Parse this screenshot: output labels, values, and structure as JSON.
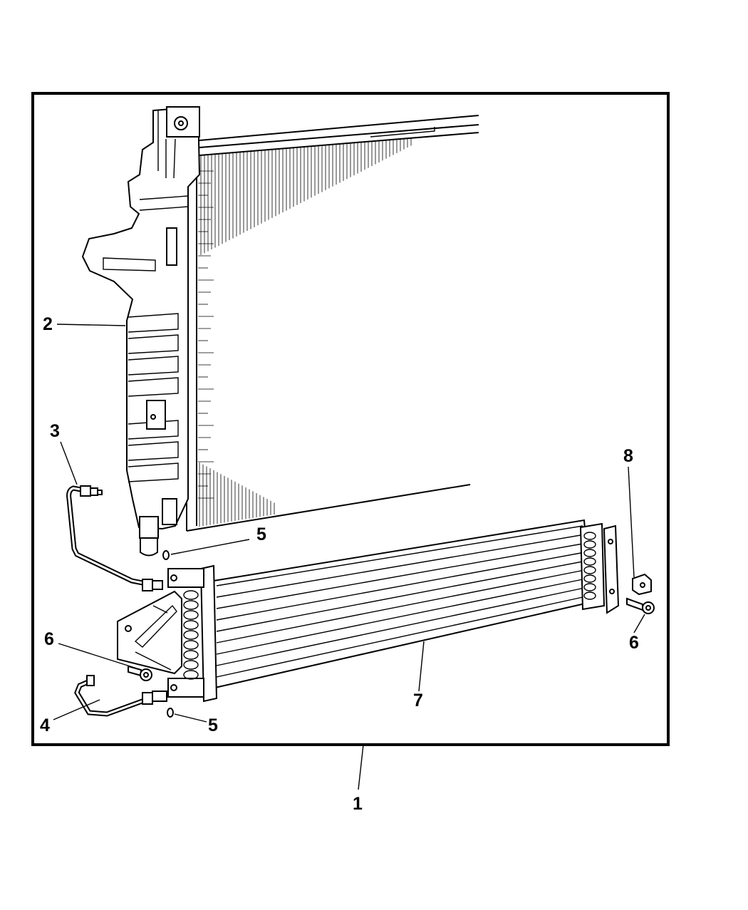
{
  "diagram": {
    "colors": {
      "line": "#000000",
      "background": "#ffffff"
    },
    "callouts": [
      {
        "id": "c1",
        "label": "1"
      },
      {
        "id": "c2",
        "label": "2"
      },
      {
        "id": "c3",
        "label": "3"
      },
      {
        "id": "c4",
        "label": "4"
      },
      {
        "id": "c5a",
        "label": "5"
      },
      {
        "id": "c5b",
        "label": "5"
      },
      {
        "id": "c6a",
        "label": "6"
      },
      {
        "id": "c6b",
        "label": "6"
      },
      {
        "id": "c7",
        "label": "7"
      },
      {
        "id": "c8",
        "label": "8"
      }
    ]
  }
}
